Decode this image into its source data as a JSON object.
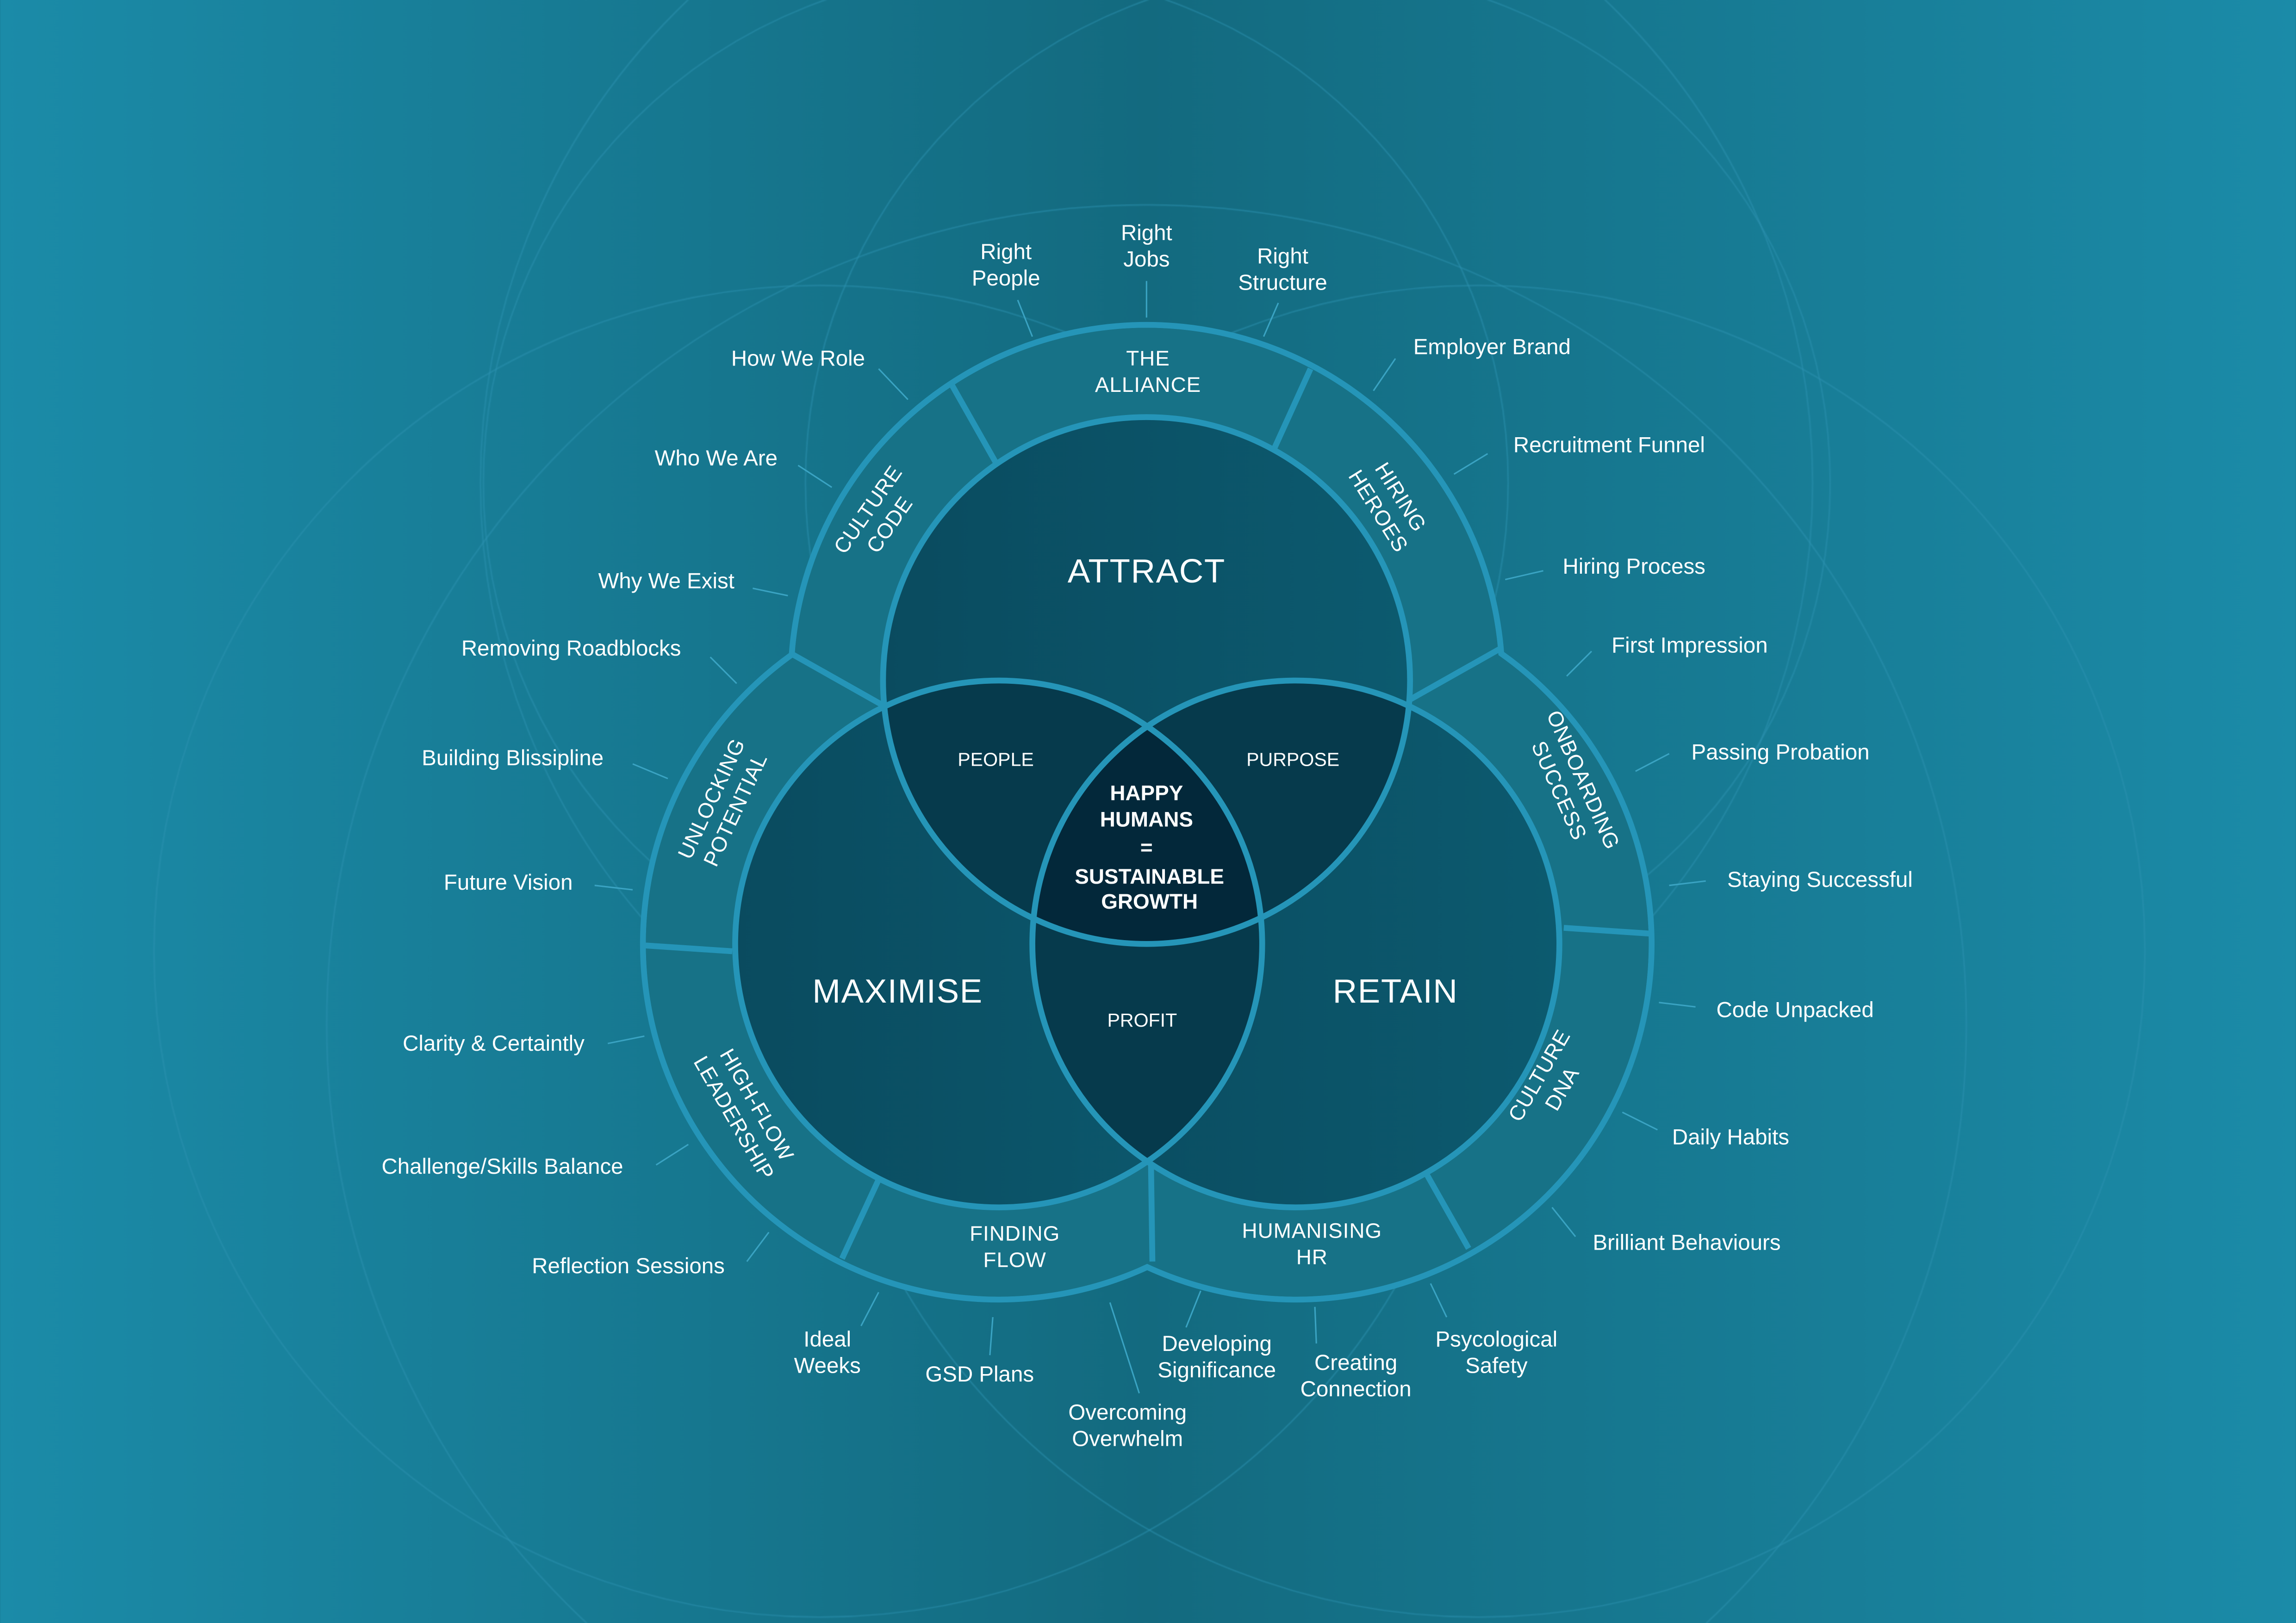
{
  "colors": {
    "background_edge": "#1b8ba8",
    "background_center": "#136a7f",
    "ring": "#177287",
    "inner": "#0b4f63",
    "overlap": "#063a4c",
    "core": "#03283a",
    "stroke": "#2595b8"
  },
  "circles": {
    "attract": "ATTRACT",
    "maximise": "MAXIMISE",
    "retain": "RETAIN"
  },
  "overlaps": {
    "people": "PEOPLE",
    "purpose": "PURPOSE",
    "profit": "PROFIT"
  },
  "core": {
    "line1": "HAPPY",
    "line2": "HUMANS",
    "line3": "=",
    "line4": "SUSTAINABLE",
    "line5": "GROWTH"
  },
  "ring_segments": [
    {
      "l1": "THE",
      "l2": "ALLIANCE"
    },
    {
      "l1": "HIRING",
      "l2": "HEROES"
    },
    {
      "l1": "ONBOARDING",
      "l2": "SUCCESS"
    },
    {
      "l1": "CULTURE",
      "l2": "DNA"
    },
    {
      "l1": "HUMANISING",
      "l2": "HR"
    },
    {
      "l1": "FINDING",
      "l2": "FLOW"
    },
    {
      "l1": "HIGH-FLOW",
      "l2": "LEADERSHIP"
    },
    {
      "l1": "UNLOCKING",
      "l2": "POTENTIAL"
    },
    {
      "l1": "CULTURE",
      "l2": "CODE"
    }
  ],
  "leaves": {
    "right_people": [
      "Right",
      "People"
    ],
    "right_jobs": [
      "Right",
      "Jobs"
    ],
    "right_structure": [
      "Right",
      "Structure"
    ],
    "employer_brand": "Employer Brand",
    "recruitment_funnel": "Recruitment Funnel",
    "hiring_process": "Hiring Process",
    "first_impression": "First Impression",
    "passing_probation": "Passing Probation",
    "staying_successful": "Staying Successful",
    "code_unpacked": "Code Unpacked",
    "daily_habits": "Daily Habits",
    "brilliant_behaviours": "Brilliant Behaviours",
    "psycological_safety": [
      "Psycological",
      "Safety"
    ],
    "creating_connection": [
      "Creating",
      "Connection"
    ],
    "developing_significance": [
      "Developing",
      "Significance"
    ],
    "overcoming_overwhelm": [
      "Overcoming",
      "Overwhelm"
    ],
    "gsd_plans": "GSD Plans",
    "ideal_weeks": [
      "Ideal",
      "Weeks"
    ],
    "reflection_sessions": "Reflection Sessions",
    "challenge_skills_balance": "Challenge/Skills Balance",
    "clarity_certaintly": "Clarity & Certaintly",
    "future_vision": "Future Vision",
    "building_blissipline": "Building Blissipline",
    "removing_roadblocks": "Removing Roadblocks",
    "why_we_exist": "Why We Exist",
    "who_we_are": "Who We Are",
    "how_we_role": "How We Role"
  }
}
